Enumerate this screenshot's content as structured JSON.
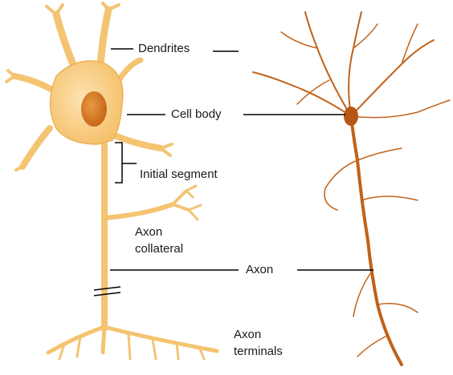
{
  "labels": {
    "dendrites": "Dendrites",
    "cell_body": "Cell body",
    "initial_segment": "Initial segment",
    "axon_collateral_1": "Axon",
    "axon_collateral_2": "collateral",
    "axon": "Axon",
    "axon_terminals_1": "Axon",
    "axon_terminals_2": "terminals"
  },
  "colors": {
    "neuron_fill": "#f9cf87",
    "neuron_edge": "#e8a94a",
    "nucleus": "#d77a22",
    "stained_neuron": "#c0621a",
    "leader_line": "#000000"
  }
}
